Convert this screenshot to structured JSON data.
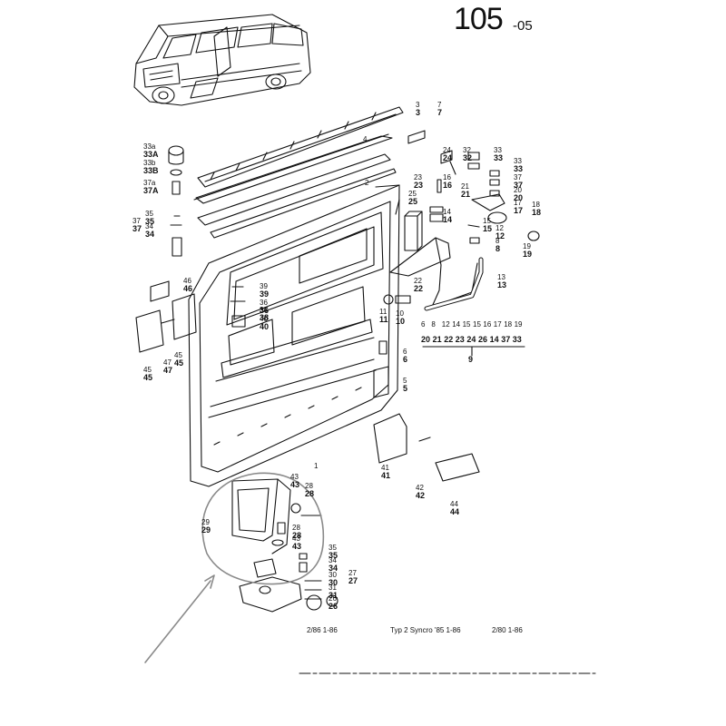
{
  "page": {
    "number": "105",
    "suffix": "-05"
  },
  "footer": {
    "range_a": "2/86  1-86",
    "model": "Typ 2 Syncro '85  1-86",
    "range_b": "2/80  1-86"
  },
  "colors": {
    "ink": "#111111",
    "highlight": "#8a8a8a"
  },
  "labels": [
    {
      "id": "p3",
      "t": "3",
      "b": "3"
    },
    {
      "id": "p7",
      "t": "7",
      "b": "7"
    },
    {
      "id": "p4",
      "t": "4"
    },
    {
      "id": "p2",
      "t": "2"
    },
    {
      "id": "p1",
      "t": "1"
    },
    {
      "id": "p33a",
      "t": "33a",
      "b": "33A"
    },
    {
      "id": "p33b",
      "t": "33b",
      "b": "33B"
    },
    {
      "id": "p37a",
      "t": "37a",
      "b": "37A"
    },
    {
      "id": "p35l",
      "t": "35",
      "b": "35"
    },
    {
      "id": "p34l",
      "t": "34",
      "b": "34"
    },
    {
      "id": "p37l",
      "t": "37",
      "b": "37"
    },
    {
      "id": "p24",
      "t": "24",
      "b": "24"
    },
    {
      "id": "p32",
      "t": "32",
      "b": "32"
    },
    {
      "id": "p33r1",
      "t": "33",
      "b": "33"
    },
    {
      "id": "p33r2",
      "t": "33",
      "b": "33"
    },
    {
      "id": "p37r",
      "t": "37",
      "b": "37"
    },
    {
      "id": "p23",
      "t": "23",
      "b": "23"
    },
    {
      "id": "p16",
      "t": "16",
      "b": "16"
    },
    {
      "id": "p21",
      "t": "21",
      "b": "21"
    },
    {
      "id": "p20",
      "t": "20",
      "b": "20"
    },
    {
      "id": "p25",
      "t": "25",
      "b": "25"
    },
    {
      "id": "p14",
      "t": "14",
      "b": "14"
    },
    {
      "id": "p17",
      "t": "17",
      "b": "17"
    },
    {
      "id": "p18",
      "t": "18",
      "b": "18"
    },
    {
      "id": "p15",
      "t": "15",
      "b": "15"
    },
    {
      "id": "p12",
      "t": "12",
      "b": "12"
    },
    {
      "id": "p8",
      "t": "8",
      "b": "8"
    },
    {
      "id": "p19",
      "t": "19",
      "b": "19"
    },
    {
      "id": "p22",
      "t": "22",
      "b": "22"
    },
    {
      "id": "p13",
      "t": "13",
      "b": "13"
    },
    {
      "id": "p46",
      "t": "46",
      "b": "46"
    },
    {
      "id": "p39",
      "t": "39",
      "b": "39"
    },
    {
      "id": "p36",
      "t": "36",
      "b": "36"
    },
    {
      "id": "p38",
      "t": "38",
      "b": "38"
    },
    {
      "id": "p40",
      "t": "40",
      "b": "40"
    },
    {
      "id": "p11",
      "t": "11",
      "b": "11"
    },
    {
      "id": "p10",
      "t": "10",
      "b": "10"
    },
    {
      "id": "p47",
      "t": "47",
      "b": "47"
    },
    {
      "id": "p45a",
      "t": "45",
      "b": "45"
    },
    {
      "id": "p45b",
      "t": "45",
      "b": "45"
    },
    {
      "id": "p6",
      "t": "6",
      "b": "6"
    },
    {
      "id": "p5",
      "t": "5",
      "b": "5"
    },
    {
      "id": "p41",
      "t": "41",
      "b": "41"
    },
    {
      "id": "p42",
      "t": "42",
      "b": "42"
    },
    {
      "id": "p44",
      "t": "44",
      "b": "44"
    },
    {
      "id": "p43a",
      "t": "43",
      "b": "43"
    },
    {
      "id": "p28a",
      "t": "28",
      "b": "28"
    },
    {
      "id": "p29",
      "t": "29",
      "b": "29"
    },
    {
      "id": "p28b",
      "t": "28",
      "b": "28"
    },
    {
      "id": "p43b",
      "t": "43",
      "b": "43"
    },
    {
      "id": "p35b",
      "t": "35",
      "b": "35"
    },
    {
      "id": "p34b",
      "t": "34",
      "b": "34"
    },
    {
      "id": "p27",
      "t": "27",
      "b": "27"
    },
    {
      "id": "p30",
      "t": "30",
      "b": "30"
    },
    {
      "id": "p31",
      "t": "31",
      "b": "31"
    },
    {
      "id": "p26",
      "t": "26",
      "b": "26"
    }
  ],
  "kit_row": {
    "top": [
      "6",
      "8",
      "12",
      "14",
      "15",
      "15",
      "16",
      "17",
      "18",
      "19"
    ],
    "bottom": [
      "20",
      "21",
      "22",
      "23",
      "24",
      "26",
      "14",
      "37",
      "33"
    ],
    "total": "9"
  }
}
